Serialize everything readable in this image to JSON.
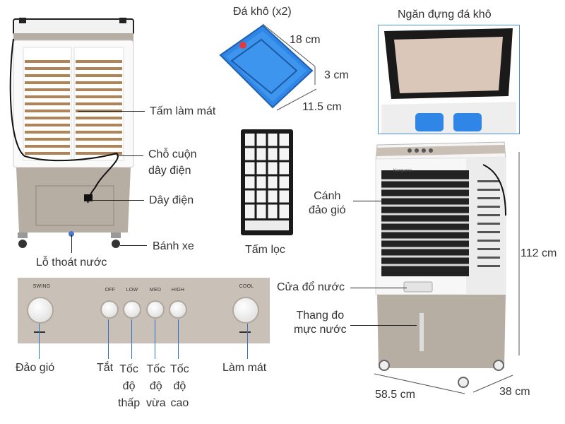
{
  "callouts": {
    "cooling_pad": "Tấm làm mát",
    "cord_wrap": "Chỗ cuộn\ndây điện",
    "power_cord": "Dây điện",
    "wheels": "Bánh xe",
    "drain_hole": "Lỗ thoát nước",
    "ice_packs": "Đá khô (x2)",
    "ice_compartment": "Ngăn đựng đá khô",
    "filter": "Tấm lọc",
    "louver": "Cánh\nđảo gió",
    "water_inlet": "Cửa đổ nước",
    "water_gauge": "Thang đo\nmực nước"
  },
  "dimensions": {
    "ice_length": "18 cm",
    "ice_thickness": "3 cm",
    "ice_width": "11.5 cm",
    "height": "112 cm",
    "width": "58.5 cm",
    "depth": "38 cm"
  },
  "control_panel": {
    "button_labels": {
      "swing": "SWING",
      "off": "OFF",
      "low": "LOW",
      "med": "MED",
      "high": "HIGH",
      "cool": "COOL"
    },
    "captions": {
      "swing": "Đảo gió",
      "off": "Tắt",
      "low": "Tốc\nđộ\nthấp",
      "med": "Tốc\nđộ\nvừa",
      "high": "Tốc\nđộ\ncao",
      "cool": "Làm mát"
    }
  },
  "brand_text": "Kangaroo",
  "colors": {
    "body_grey": "#b7aea3",
    "panel_bg": "#c9c1b8",
    "ice_blue": "#2f86e6",
    "frame_black": "#1a1a1a",
    "accent_red": "#e23b3b"
  }
}
